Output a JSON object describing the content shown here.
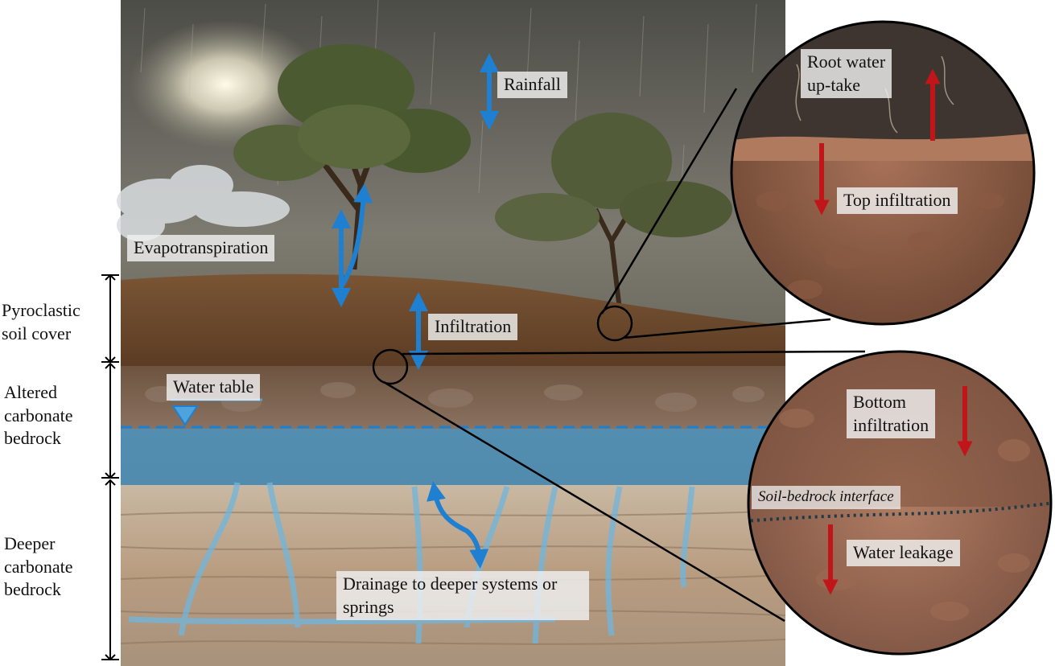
{
  "layers": {
    "soil_cover": "Pyroclastic\nsoil cover",
    "altered_bedrock": "Altered\ncarbonate\nbedrock",
    "deeper_bedrock": "Deeper\ncarbonate\nbedrock"
  },
  "processes": {
    "rainfall": "Rainfall",
    "evapotranspiration": "Evapotranspiration",
    "infiltration": "Infiltration",
    "water_table": "Water table",
    "drainage": "Drainage to deeper systems or\nsprings"
  },
  "zoom_top": {
    "root_uptake": "Root water\nup-take",
    "top_infiltration": "Top infiltration"
  },
  "zoom_bottom": {
    "bottom_infiltration": "Bottom\ninfiltration",
    "interface": "Soil-bedrock interface",
    "leakage": "Water leakage"
  },
  "colors": {
    "water_blue": "#1f7fd1",
    "flux_red": "#c0161a",
    "water_band": "#4f9fd0"
  }
}
